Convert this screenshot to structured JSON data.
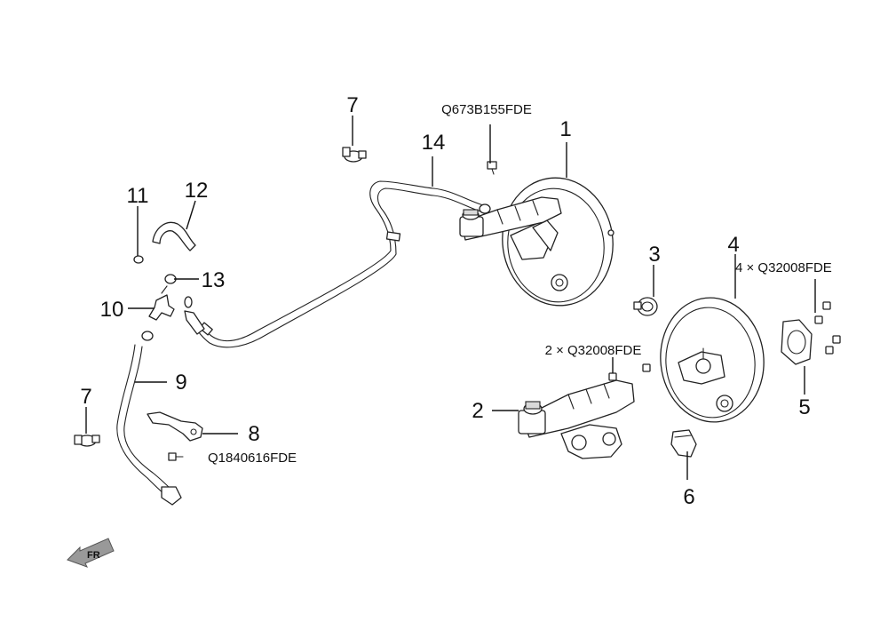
{
  "labels": {
    "n1": "1",
    "n2": "2",
    "n3": "3",
    "n4": "4",
    "n5": "5",
    "n6": "6",
    "n7a": "7",
    "n7b": "7",
    "n8": "8",
    "n9": "9",
    "n10": "10",
    "n11": "11",
    "n12": "12",
    "n13": "13",
    "n14": "14"
  },
  "codes": {
    "c1": "Q673B155FDE",
    "c2": "4 × Q32008FDE",
    "c3": "2 × Q32008FDE",
    "c4": "Q1840616FDE"
  },
  "direction": {
    "arrow_text": "FR",
    "icon": "front-direction-arrow-icon"
  },
  "colors": {
    "line": "#222222",
    "label": "#111111",
    "arrow_fill": "#999999"
  }
}
